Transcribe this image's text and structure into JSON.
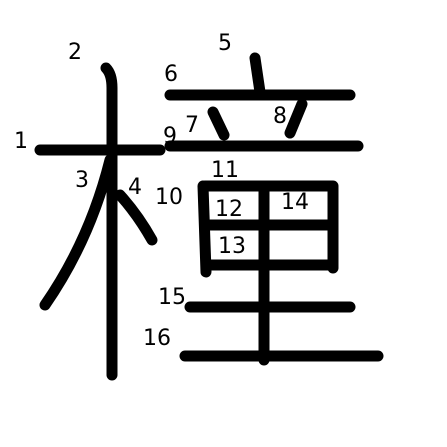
{
  "character": "橦",
  "ink_color": "#000000",
  "background_color": "#ffffff",
  "stroke_numbers": [
    "1",
    "2",
    "3",
    "4",
    "5",
    "6",
    "7",
    "8",
    "9",
    "10",
    "11",
    "12",
    "13",
    "14",
    "15",
    "16"
  ]
}
